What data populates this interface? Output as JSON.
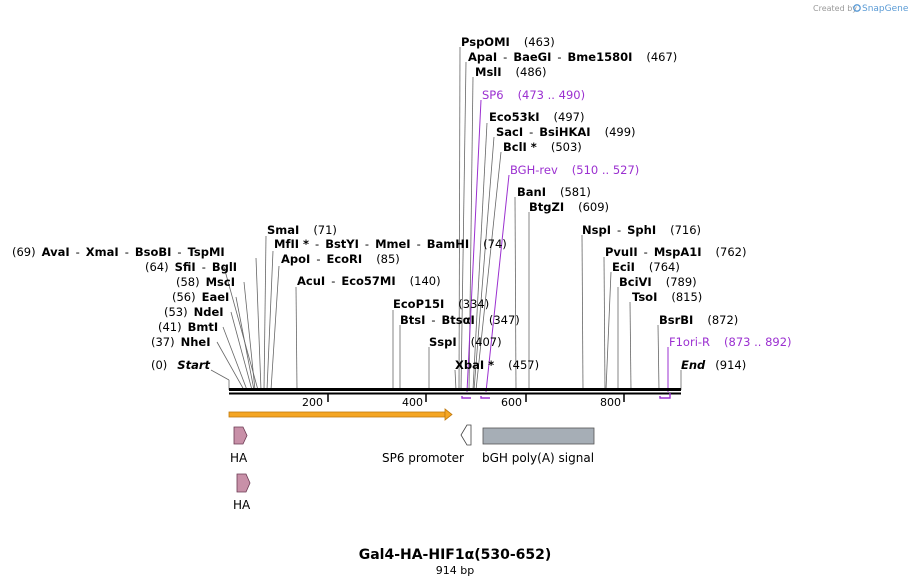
{
  "credit": {
    "text": "Created by",
    "brand": "SnapGene"
  },
  "map": {
    "name": "Gal4-HA-HIF1α(530-652)",
    "length_label": "914 bp",
    "length": 914,
    "start_label": "Start",
    "start_pos": "(0)",
    "end_label": "End",
    "end_pos": "(914)",
    "ticks": [
      "200",
      "400",
      "600",
      "800"
    ]
  },
  "sites": [
    {
      "names": [
        "PspOMI"
      ],
      "pos": "(463)"
    },
    {
      "names": [
        "ApaI",
        "BaeGI",
        "Bme1580I"
      ],
      "pos": "(467)"
    },
    {
      "names": [
        "MslI"
      ],
      "pos": "(486)"
    },
    {
      "names": [
        "SP6"
      ],
      "pos": "(473 .. 490)",
      "primer": true
    },
    {
      "names": [
        "Eco53kI"
      ],
      "pos": "(497)"
    },
    {
      "names": [
        "SacI",
        "BsiHKAI"
      ],
      "pos": "(499)"
    },
    {
      "names": [
        "BclI *"
      ],
      "pos": "(503)"
    },
    {
      "names": [
        "BGH-rev"
      ],
      "pos": "(510 .. 527)",
      "primer": true
    },
    {
      "names": [
        "BanI"
      ],
      "pos": "(581)"
    },
    {
      "names": [
        "BtgZI"
      ],
      "pos": "(609)"
    },
    {
      "names": [
        "NspI",
        "SphI"
      ],
      "pos": "(716)"
    },
    {
      "names": [
        "SmaI"
      ],
      "pos": "(71)"
    },
    {
      "names": [
        "AvaI",
        "XmaI",
        "BsoBI",
        "TspMI"
      ],
      "pos": "(69)"
    },
    {
      "names": [
        "MfII *",
        "BstYI",
        "MmeI",
        "BamHI"
      ],
      "pos": "(74)"
    },
    {
      "names": [
        "PvuII",
        "MspA1I"
      ],
      "pos": "(762)"
    },
    {
      "names": [
        "SfiI",
        "BglI"
      ],
      "pos": "(64)"
    },
    {
      "names": [
        "ApoI",
        "EcoRI"
      ],
      "pos": "(85)"
    },
    {
      "names": [
        "EciI"
      ],
      "pos": "(764)"
    },
    {
      "names": [
        "MscI"
      ],
      "pos": "(58)"
    },
    {
      "names": [
        "AcuI",
        "Eco57MI"
      ],
      "pos": "(140)"
    },
    {
      "names": [
        "BciVI"
      ],
      "pos": "(789)"
    },
    {
      "names": [
        "EaeI"
      ],
      "pos": "(56)"
    },
    {
      "names": [
        "TsoI"
      ],
      "pos": "(815)"
    },
    {
      "names": [
        "EcoP15I"
      ],
      "pos": "(334)"
    },
    {
      "names": [
        "NdeI"
      ],
      "pos": "(53)"
    },
    {
      "names": [
        "BtsI",
        "BtsαI"
      ],
      "pos": "(347)"
    },
    {
      "names": [
        "BsrBI"
      ],
      "pos": "(872)"
    },
    {
      "names": [
        "BmtI"
      ],
      "pos": "(41)"
    },
    {
      "names": [
        "SspI"
      ],
      "pos": "(407)"
    },
    {
      "names": [
        "F1ori-R"
      ],
      "pos": "(873 .. 892)",
      "primer": true
    },
    {
      "names": [
        "NheI"
      ],
      "pos": "(37)"
    },
    {
      "names": [
        "XbaI *"
      ],
      "pos": "(457)"
    }
  ],
  "features": [
    {
      "label": "HA",
      "type": "arrow",
      "color": "#c890a8"
    },
    {
      "label": "HA",
      "type": "arrow",
      "color": "#c890a8"
    },
    {
      "label": "SP6 promoter",
      "type": "promoter",
      "color": "#ffffff"
    },
    {
      "label": "bGH poly(A) signal",
      "type": "box",
      "color": "#a6aeb6"
    },
    {
      "label": "",
      "type": "orf",
      "color": "#f5a623"
    }
  ],
  "colors": {
    "primer": "#9b30d0",
    "backbone": "#000000",
    "orf": "#f5a623"
  }
}
